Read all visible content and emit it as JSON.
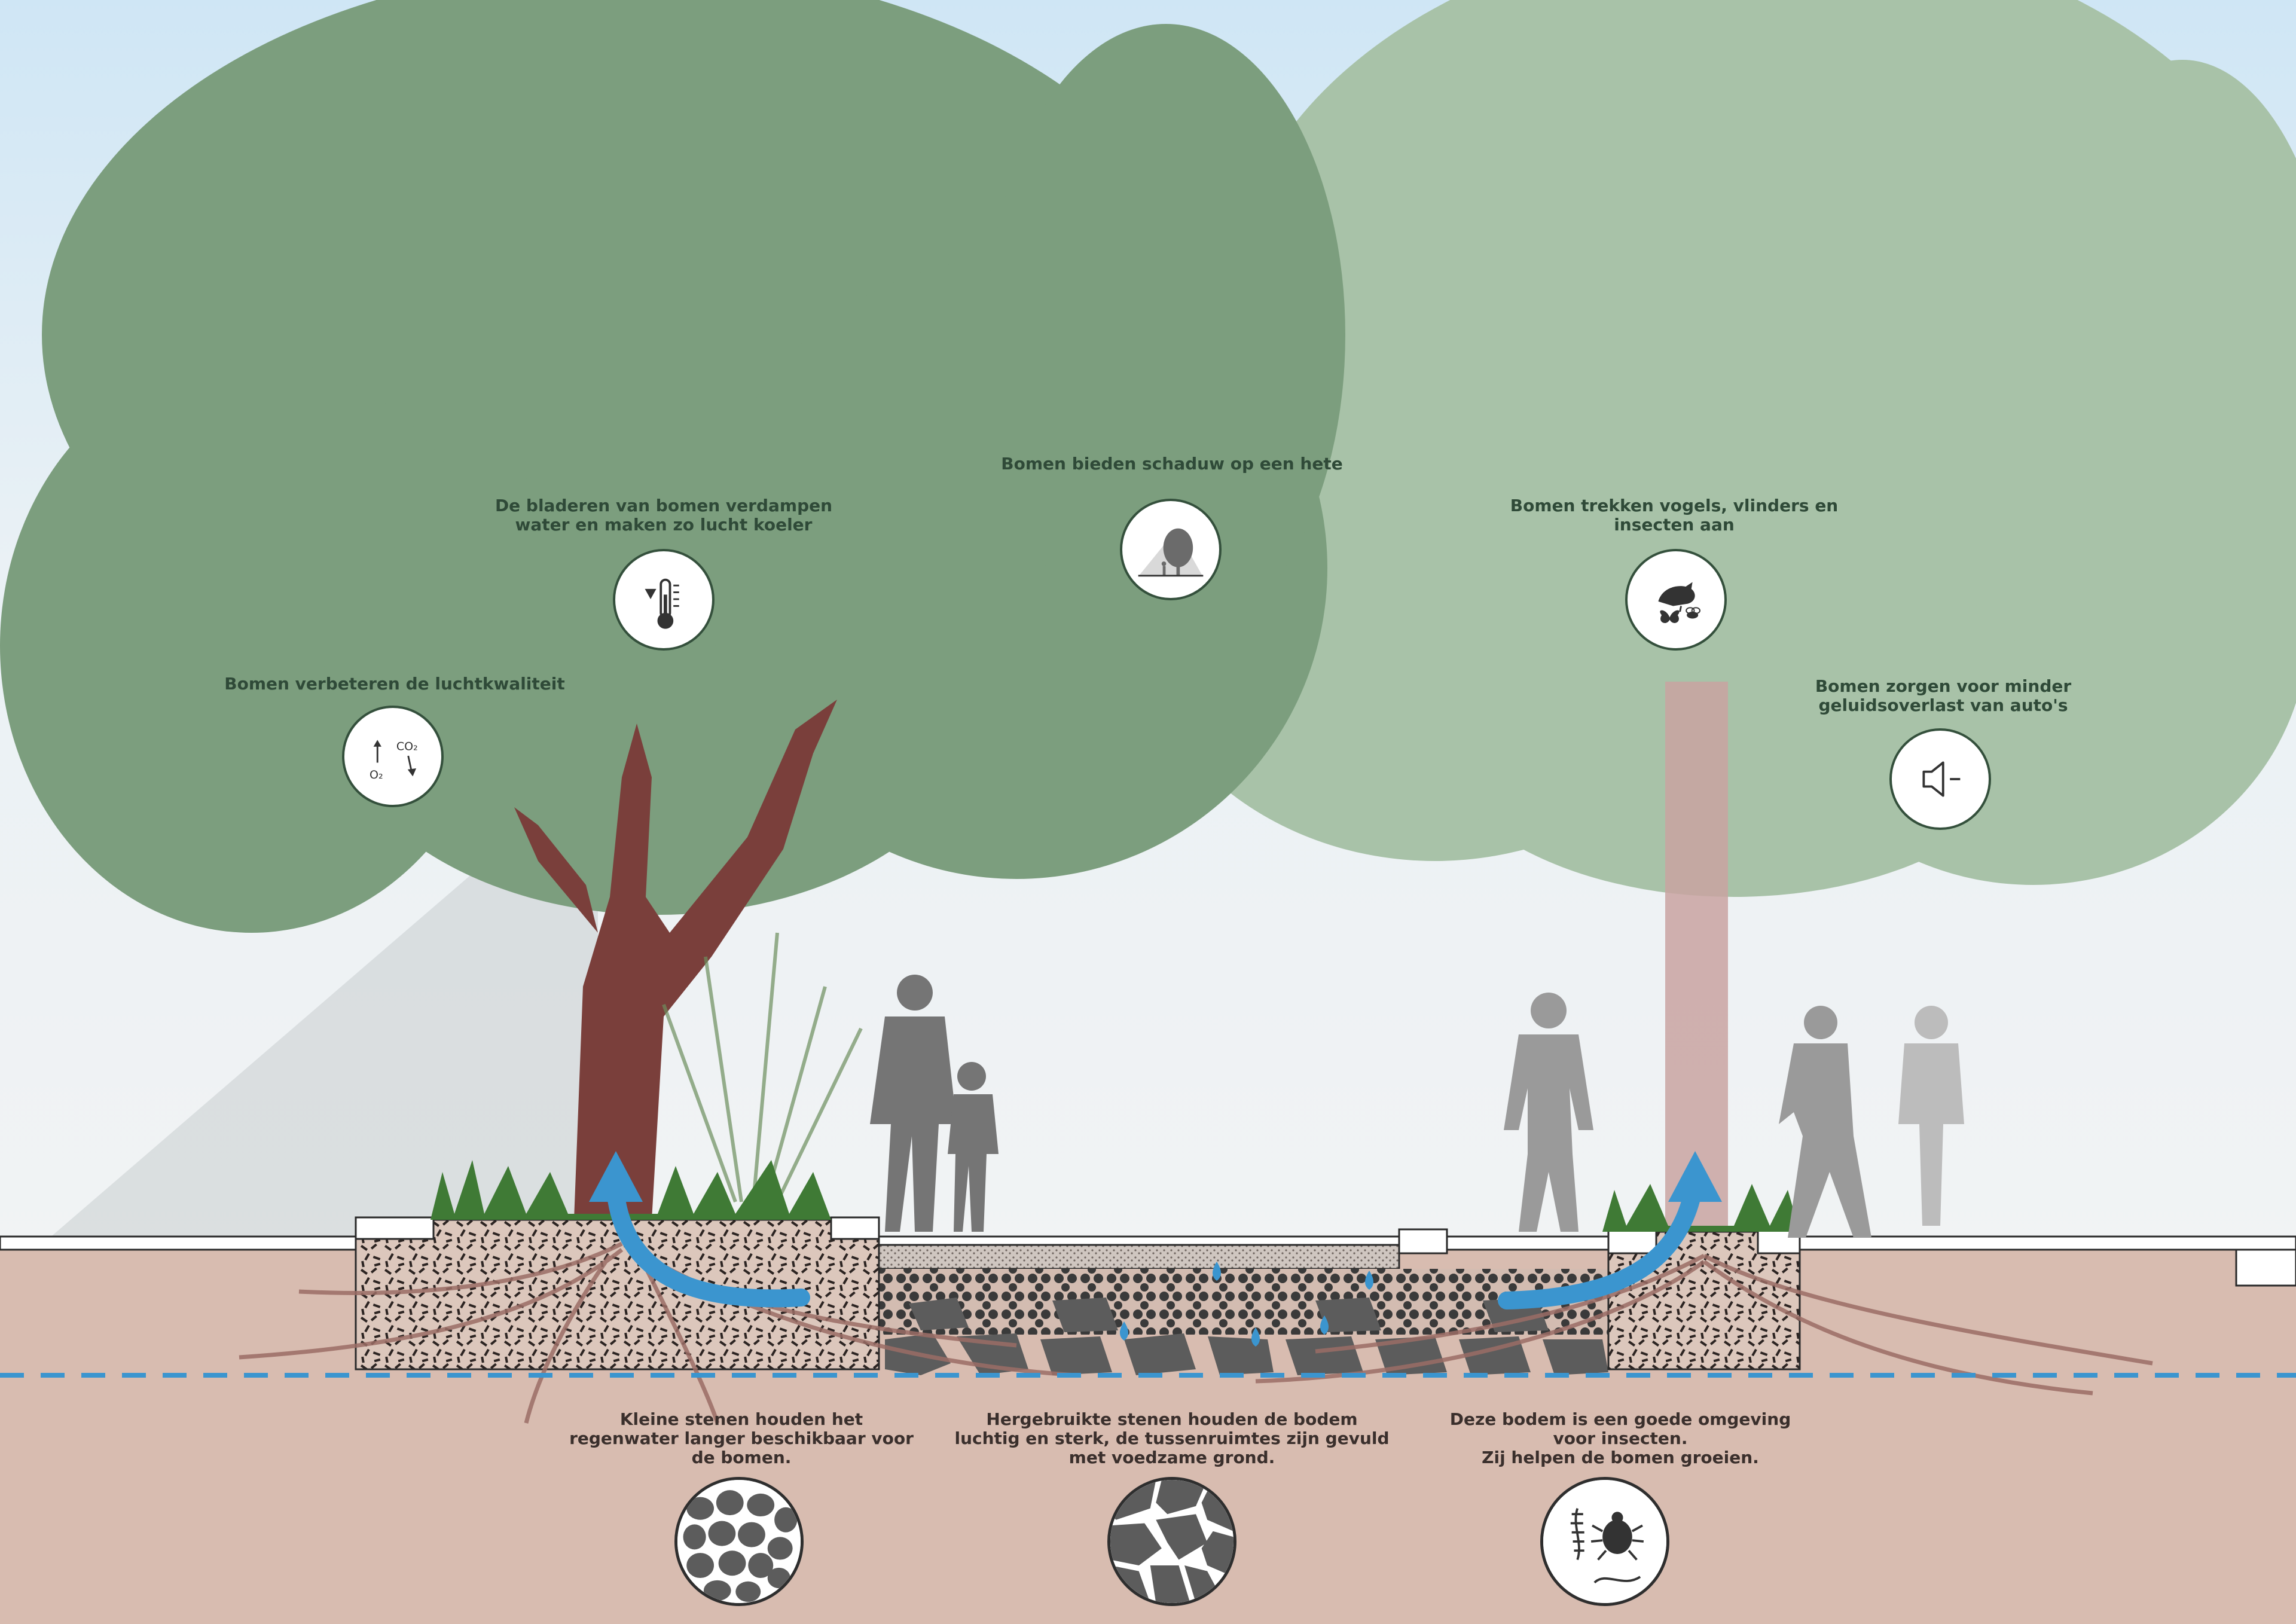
{
  "colors": {
    "sky_top": "#cfe6f5",
    "haze": "#eef1f3",
    "tree_foliage_front": "#7c9e7e",
    "tree_foliage_back": "#a8c2a8",
    "trunk": "#7a3f3b",
    "trunk_back": "#c9a3a1",
    "soil": "#d8bcb0",
    "grass": "#3f7a35",
    "water_arrow": "#3b95cf",
    "water_line": "#3b95cf",
    "stone": "#5c5c5c",
    "people": "#757575",
    "people_far": "#b8b8b8",
    "text_top": "#2f4a38",
    "text_bottom": "#3a2f2c"
  },
  "benefits": [
    {
      "id": "air-quality",
      "text": "Bomen verbeteren de luchtkwaliteit",
      "icon": "co2-o2-icon",
      "o2": "O₂",
      "co2": "CO₂"
    },
    {
      "id": "cooling",
      "text": "De bladeren van bomen verdampen\nwater en maken zo lucht koeler",
      "icon": "thermometer-icon"
    },
    {
      "id": "shade",
      "text": "Bomen bieden schaduw op een hete",
      "icon": "shade-tree-icon"
    },
    {
      "id": "wildlife",
      "text": "Bomen trekken vogels, vlinders en\ninsecten aan",
      "icon": "bird-butterfly-icon"
    },
    {
      "id": "noise",
      "text": "Bomen zorgen voor minder\ngeluidsoverlast van auto's",
      "icon": "speaker-icon"
    }
  ],
  "soil_info": [
    {
      "id": "small-stones",
      "text": "Kleine stenen houden het\nregenwater langer beschikbaar voor\nde bomen.",
      "icon": "small-stones-icon"
    },
    {
      "id": "recycled-stones",
      "text": "Hergebruikte stenen houden de bodem\nluchtig en sterk, de tussenruimtes zijn gevuld\nmet voedzame grond.",
      "icon": "recycled-stones-icon"
    },
    {
      "id": "insects",
      "text": "Deze bodem is een goede omgeving\nvoor insecten.\nZij helpen de bomen groeien.",
      "icon": "soil-insects-icon"
    }
  ]
}
